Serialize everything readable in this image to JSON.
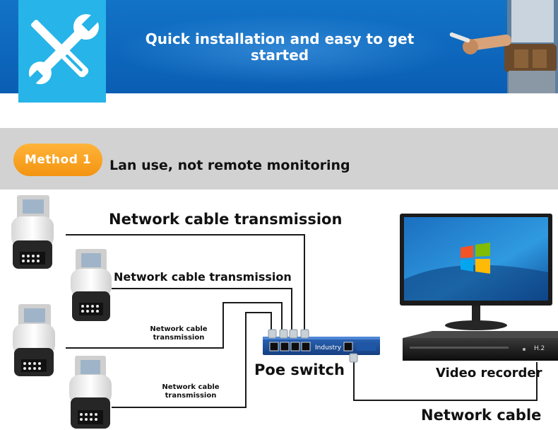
{
  "banner": {
    "title": "Quick installation and easy to get started",
    "icon": "wrench-screwdriver-icon",
    "colors": {
      "banner_blue": "#0a5eb3",
      "icon_box": "#27b4e8"
    }
  },
  "method": {
    "badge": "Method 1",
    "description": "Lan use, not remote monitoring",
    "colors": {
      "badge_orange": "#f39410",
      "band_gray": "#d2d2d2"
    }
  },
  "diagram": {
    "cable_label_1": "Network cable transmission",
    "cable_label_2": "Network cable transmission",
    "cable_label_3": "Network cable transmission",
    "cable_label_4": "Network cable transmission",
    "switch_label": "Poe switch",
    "switch_brand": "Industry",
    "recorder_label": "Video recorder",
    "recorder_model": "H.2",
    "bottom_cable_label": "Network cable"
  }
}
